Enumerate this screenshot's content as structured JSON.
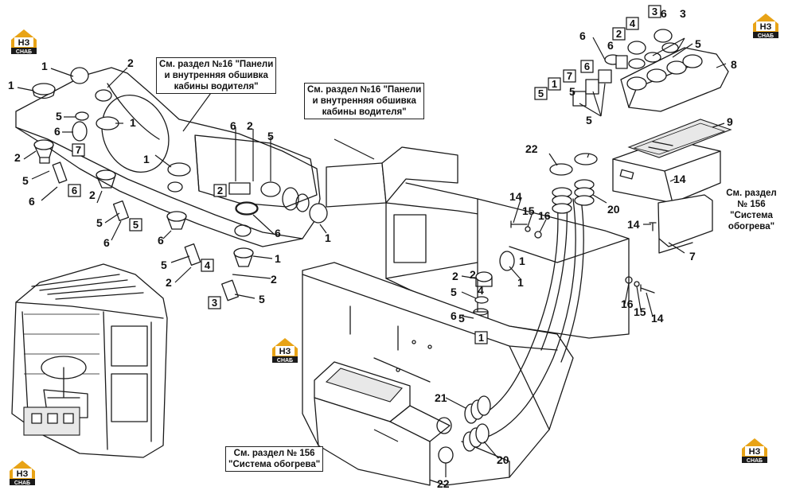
{
  "logo": {
    "mark": "НЗ",
    "word": "СНАБ",
    "color": "#e8a316"
  },
  "notes": {
    "panels_left": [
      "См. раздел №16 \"Панели",
      "и внутренняя обшивка",
      "кабины водителя\""
    ],
    "panels_mid": [
      "См. раздел №16 \"Панели",
      "и внутренняя обшивка",
      "кабины водителя\""
    ],
    "heat_right": [
      "См. раздел",
      "№ 156",
      "\"Система",
      "обогрева\""
    ],
    "heat_bottom": [
      "См. раздел № 156",
      "\"Система обогрева\""
    ]
  },
  "callouts": [
    "1",
    "1",
    "2",
    "5",
    "6",
    "1",
    "2",
    "5",
    "6",
    "2",
    "5",
    "6",
    "1",
    "6",
    "5",
    "2",
    "1",
    "2",
    "5",
    "6",
    "2",
    "5",
    "6",
    "1",
    "1",
    "2",
    "5",
    "6",
    "22",
    "14",
    "15",
    "16",
    "20",
    "9",
    "14",
    "14",
    "7",
    "16",
    "15",
    "14",
    "21",
    "22",
    "20",
    "6",
    "5",
    "6",
    "5",
    "8",
    "5",
    "2",
    "4",
    "3",
    "6",
    "1",
    "7",
    "5"
  ],
  "boxed_labels": [
    "7",
    "6",
    "5",
    "2",
    "4",
    "3",
    "1",
    "2",
    "4",
    "3",
    "6",
    "7",
    "1",
    "5"
  ]
}
